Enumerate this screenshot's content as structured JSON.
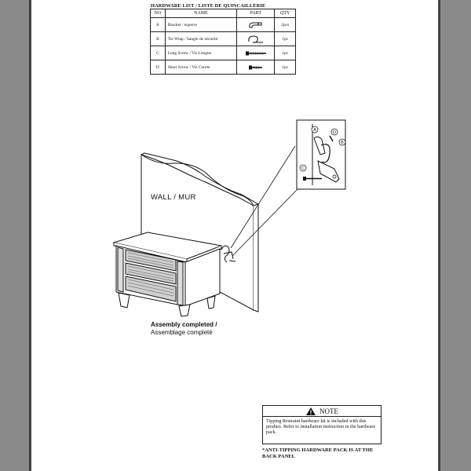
{
  "hardware": {
    "title": "HARDWARE LIST / LISTE DE QUINCAILLERIE",
    "headers": [
      "NO",
      "NAME",
      "PART",
      "QTY"
    ],
    "rows": [
      {
        "no": "A",
        "name": "Bracket / équerre",
        "qty": "2pcs",
        "icon": "bracket-icon"
      },
      {
        "no": "B",
        "name": "Tie Wrap / Sangle de sécurité",
        "qty": "1pc",
        "icon": "tie-wrap-icon"
      },
      {
        "no": "C",
        "name": "Long Screw / Vis Longue",
        "qty": "1pc",
        "icon": "long-screw-icon"
      },
      {
        "no": "D",
        "name": "Short Screw / Vis Courte",
        "qty": "1pc",
        "icon": "short-screw-icon"
      }
    ]
  },
  "illustration": {
    "wall_label": "WALL / MUR",
    "caption_en": "Assembly completed /",
    "caption_fr": "Assemblage completé",
    "detail_labels": [
      "A",
      "D",
      "B",
      "C"
    ]
  },
  "note": {
    "heading": "NOTE",
    "body": "Tipping Restraint hardware kit is included with this product. Refer to installation instruction in the hardware pack."
  },
  "footer_note": "*ANTI-TIPPING HARDWARE PACK IS AT THE BACK PANEL"
}
